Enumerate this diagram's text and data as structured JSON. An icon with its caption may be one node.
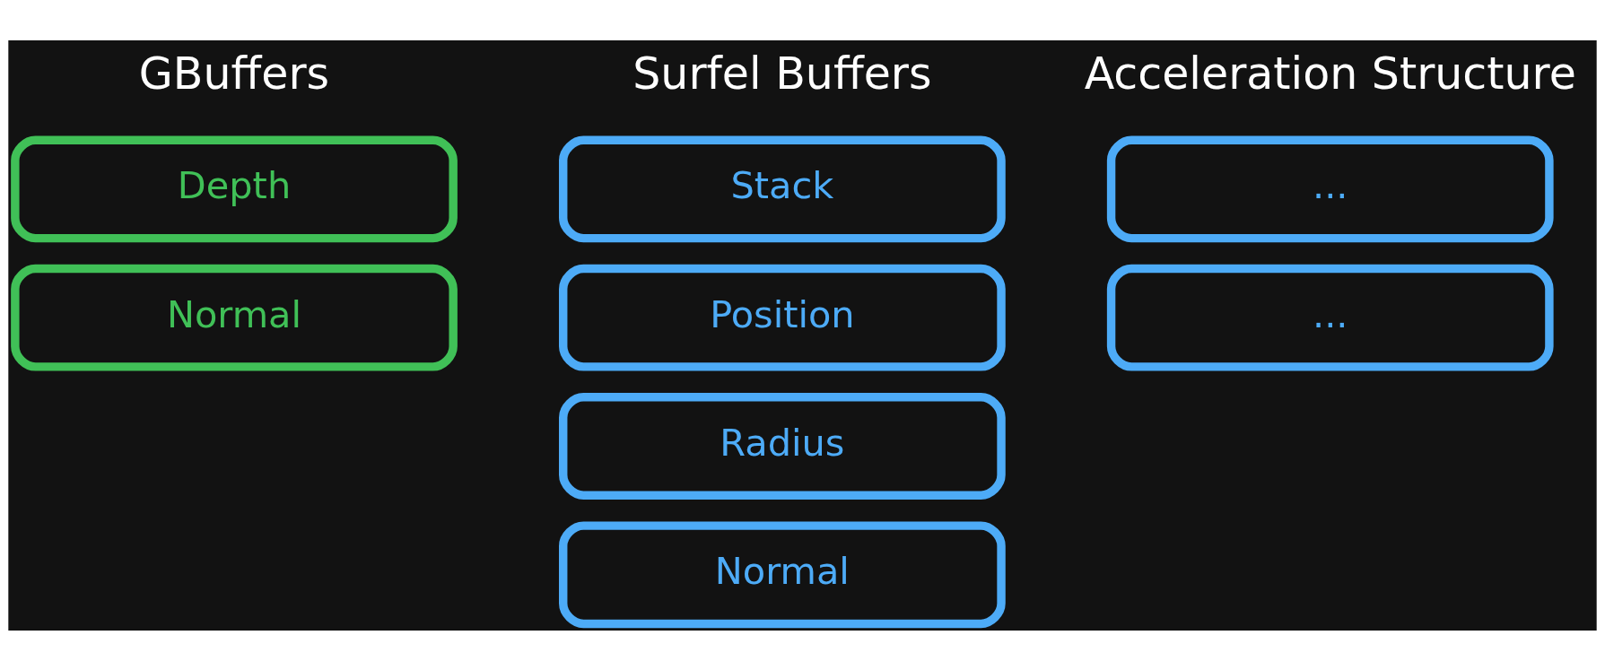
{
  "diagram": {
    "nodes": [
      {
        "text": [
          "Depth"
        ]
      },
      {
        "text": [
          "Normal"
        ]
      },
      {
        "text": [
          "Stack"
        ]
      },
      {
        "text": [
          "Position"
        ]
      },
      {
        "text": [
          "Radius"
        ]
      },
      {
        "text": [
          "Normal"
        ]
      },
      {
        "text": [
          "..."
        ]
      },
      {
        "text": [
          "..."
        ]
      }
    ],
    "edges": [],
    "labels": [
      "GBuffers",
      "Surfel Buffers",
      "Acceleration Structure"
    ]
  }
}
